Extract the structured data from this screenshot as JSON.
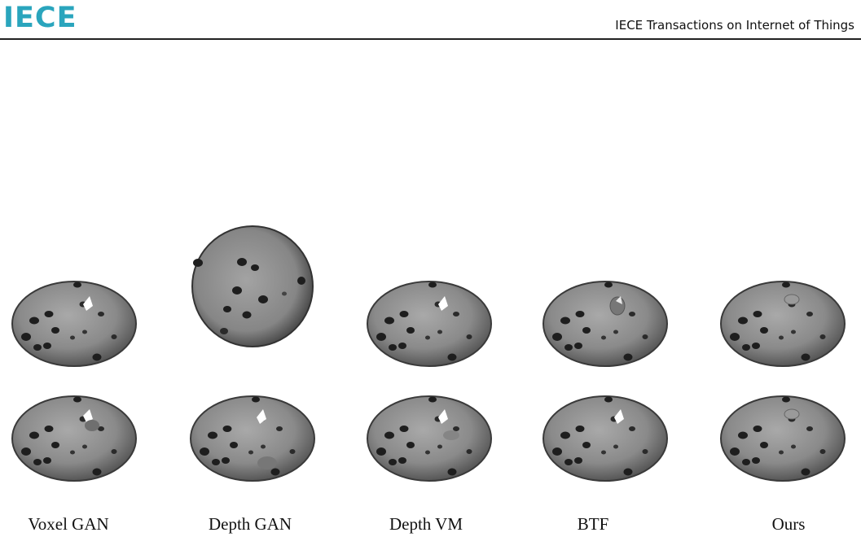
{
  "header": {
    "logo_text": "IECE",
    "journal_title": "IECE Transactions on Internet of Things"
  },
  "figure": {
    "column_labels": [
      "Voxel GAN",
      "Depth GAN",
      "Depth VM",
      "BTF",
      "Ours"
    ],
    "rows": 2,
    "subject": "cookie-scan",
    "colors": {
      "surface": "#8e8e8e",
      "shadow": "#3a3a3a",
      "chip": "#1e1e1e",
      "highlight": "#ffffff"
    }
  }
}
